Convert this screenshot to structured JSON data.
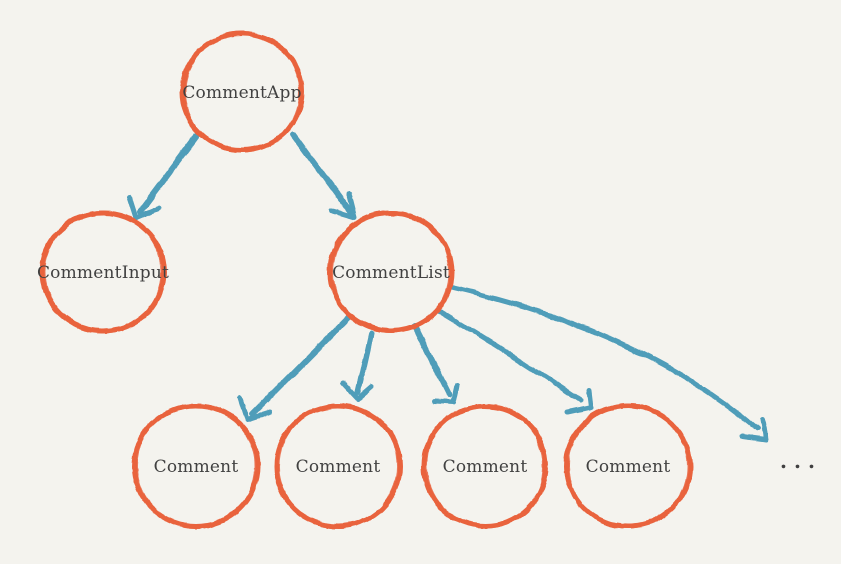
{
  "diagram": {
    "type": "component-tree",
    "background": "#f4f3ee",
    "colors": {
      "node_stroke": "#e9633e",
      "edge": "#4f9db9",
      "label": "#414141",
      "ellipsis": "#3f3f3f"
    },
    "nodes": [
      {
        "id": "comment-app",
        "label": "CommentApp"
      },
      {
        "id": "comment-input",
        "label": "CommentInput"
      },
      {
        "id": "comment-list",
        "label": "CommentList"
      },
      {
        "id": "comment-1",
        "label": "Comment"
      },
      {
        "id": "comment-2",
        "label": "Comment"
      },
      {
        "id": "comment-3",
        "label": "Comment"
      },
      {
        "id": "comment-4",
        "label": "Comment"
      }
    ],
    "ellipsis": {
      "label": "..."
    },
    "edges": [
      {
        "from": "comment-app",
        "to": "comment-input"
      },
      {
        "from": "comment-app",
        "to": "comment-list"
      },
      {
        "from": "comment-list",
        "to": "comment-1"
      },
      {
        "from": "comment-list",
        "to": "comment-2"
      },
      {
        "from": "comment-list",
        "to": "comment-3"
      },
      {
        "from": "comment-list",
        "to": "comment-4"
      },
      {
        "from": "comment-list",
        "to": "ellipsis"
      }
    ]
  }
}
